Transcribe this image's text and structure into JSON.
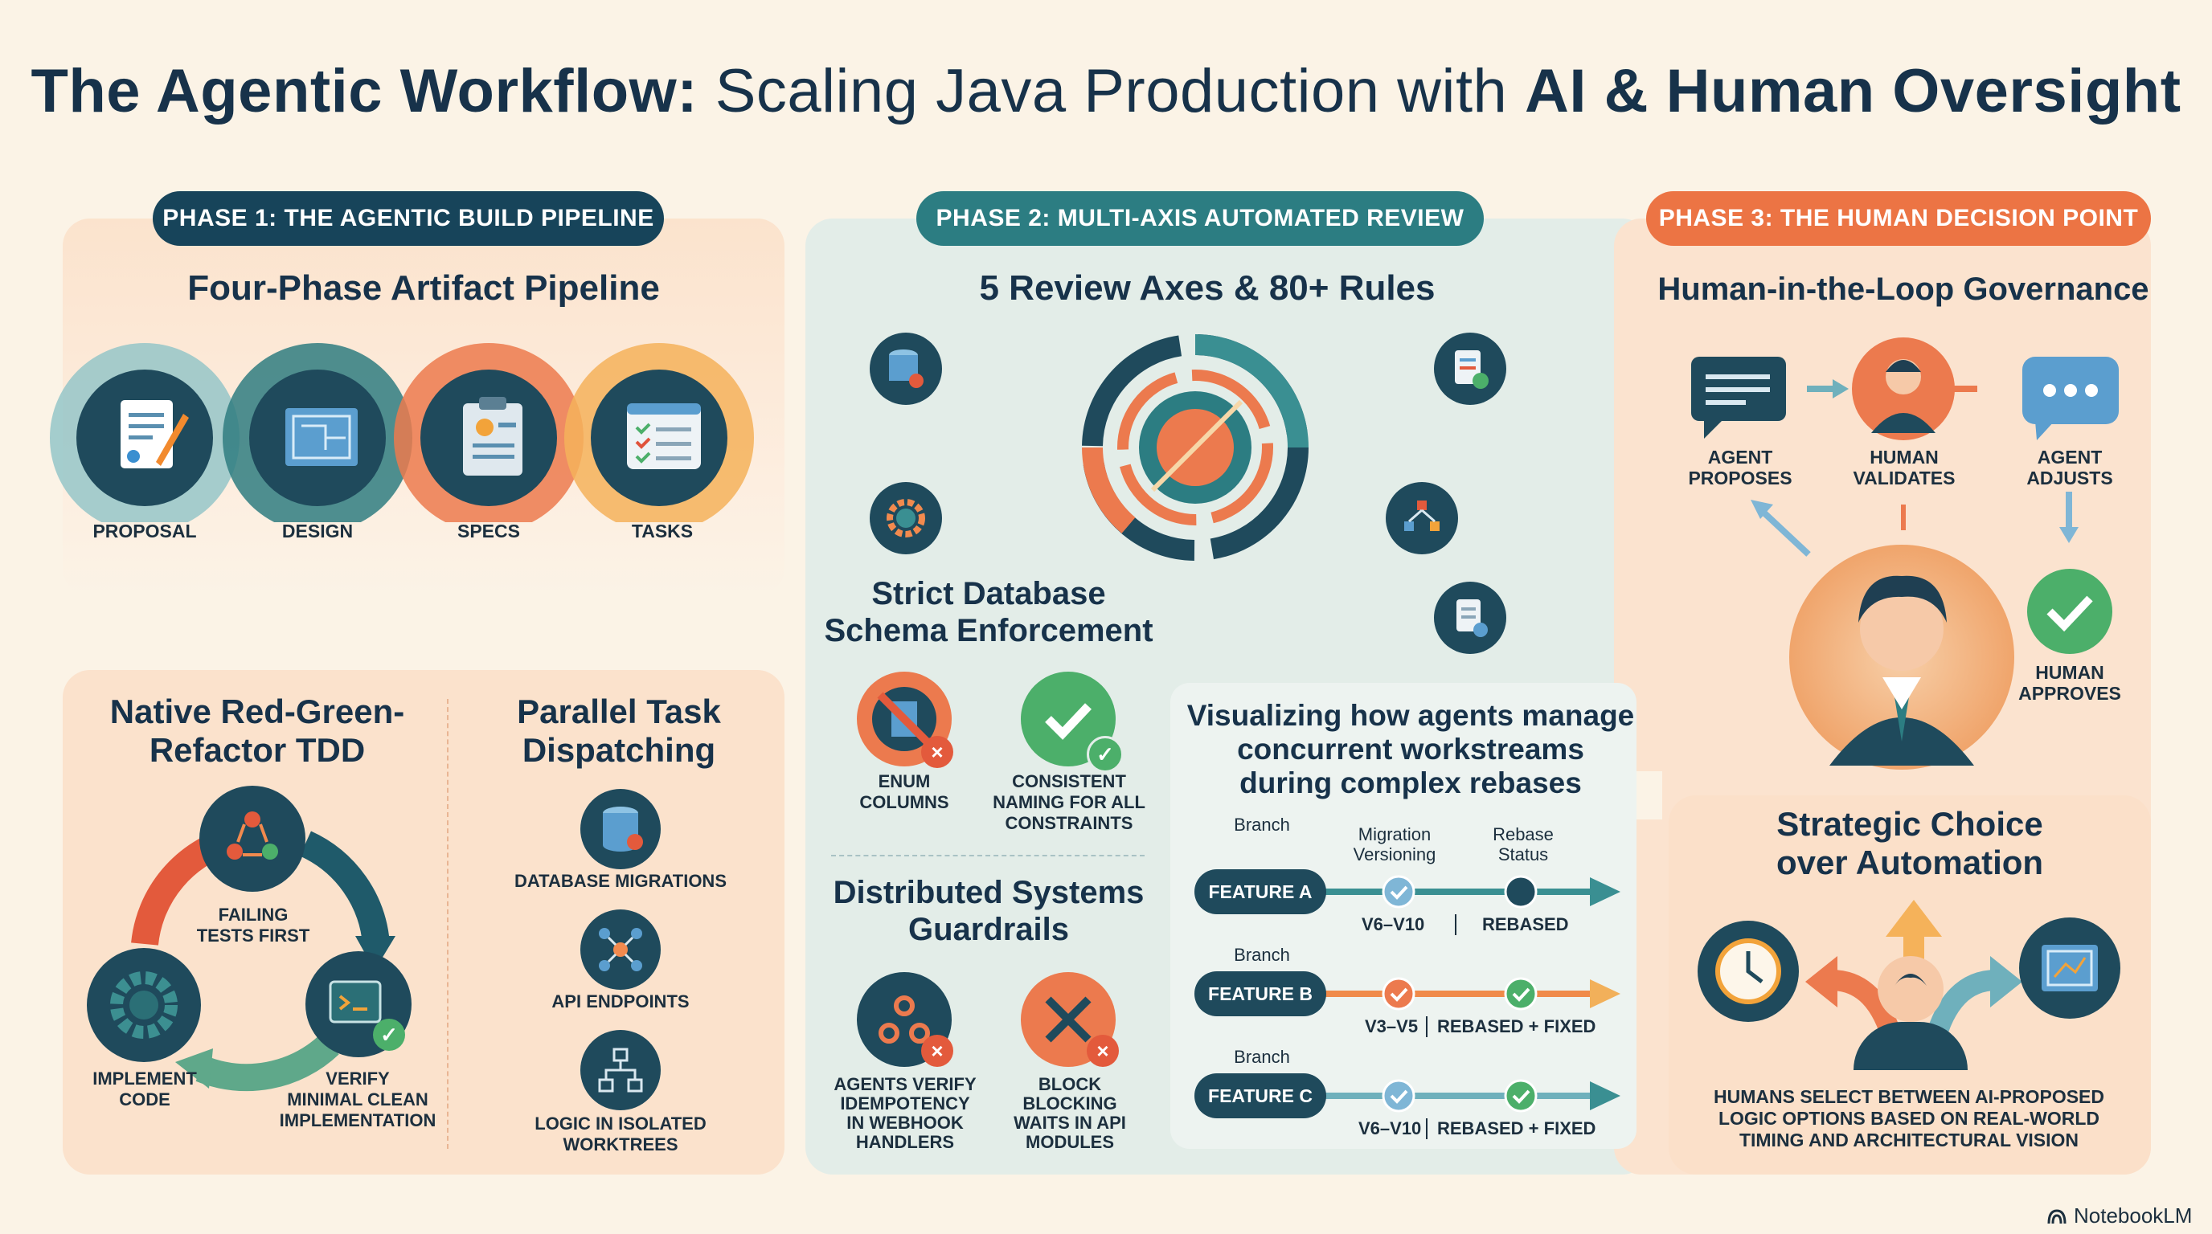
{
  "title": {
    "bold1": "The Agentic Workflow:",
    "light": " Scaling Java Production with ",
    "bold2": "AI & Human Oversight"
  },
  "phase1": {
    "pill": "PHASE 1: THE AGENTIC BUILD PIPELINE",
    "heading": "Four-Phase Artifact Pipeline",
    "steps": [
      "PROPOSAL",
      "DESIGN",
      "SPECS",
      "TASKS"
    ],
    "tdd": {
      "heading_l1": "Native Red-Green-",
      "heading_l2": "Refactor TDD",
      "failing_l1": "FAILING",
      "failing_l2": "TESTS FIRST",
      "implement_l1": "IMPLEMENT",
      "implement_l2": "CODE",
      "verify_l1": "VERIFY",
      "verify_l2": "MINIMAL CLEAN",
      "verify_l3": "IMPLEMENTATION"
    },
    "parallel": {
      "heading_l1": "Parallel Task",
      "heading_l2": "Dispatching",
      "items": [
        "DATABASE MIGRATIONS",
        "API ENDPOINTS"
      ],
      "item3_l1": "LOGIC IN ISOLATED",
      "item3_l2": "WORKTREES"
    }
  },
  "phase2": {
    "pill": "PHASE 2: MULTI-AXIS AUTOMATED REVIEW",
    "heading": "5 Review Axes & 80+ Rules",
    "schema_l1": "Strict Database",
    "schema_l2": "Schema Enforcement",
    "enum_l1": "ENUM",
    "enum_l2": "COLUMNS",
    "naming_l1": "CONSISTENT",
    "naming_l2": "NAMING FOR ALL",
    "naming_l3": "CONSTRAINTS",
    "dist_l1": "Distributed Systems",
    "dist_l2": "Guardrails",
    "webhook_l1": "AGENTS VERIFY",
    "webhook_l2": "IDEMPOTENCY",
    "webhook_l3": "IN WEBHOOK",
    "webhook_l4": "HANDLERS",
    "block_l1": "BLOCK",
    "block_l2": "BLOCKING",
    "block_l3": "WAITS IN API",
    "block_l4": "MODULES",
    "viz_l1": "Visualizing how agents manage",
    "viz_l2": "concurrent workstreams",
    "viz_l3": "during complex rebases",
    "col_branch": "Branch",
    "col_mig_l1": "Migration",
    "col_mig_l2": "Versioning",
    "col_reb_l1": "Rebase",
    "col_reb_l2": "Status",
    "branches": [
      {
        "name": "FEATURE A",
        "version": "V6–V10",
        "status": "REBASED"
      },
      {
        "name": "FEATURE B",
        "version": "V3–V5",
        "status": "REBASED + FIXED"
      },
      {
        "name": "FEATURE C",
        "version": "V6–V10",
        "status": "REBASED + FIXED"
      }
    ]
  },
  "phase3": {
    "pill": "PHASE 3: THE HUMAN DECISION POINT",
    "heading": "Human-in-the-Loop Governance",
    "proposes_l1": "AGENT",
    "proposes_l2": "PROPOSES",
    "validates_l1": "HUMAN",
    "validates_l2": "VALIDATES",
    "adjusts_l1": "AGENT",
    "adjusts_l2": "ADJUSTS",
    "approves_l1": "HUMAN",
    "approves_l2": "APPROVES",
    "strategic_l1": "Strategic Choice",
    "strategic_l2": "over Automation",
    "desc_l1": "HUMANS SELECT BETWEEN AI-PROPOSED",
    "desc_l2": "LOGIC OPTIONS BASED ON REAL-WORLD",
    "desc_l3": "TIMING AND ARCHITECTURAL VISION"
  },
  "footer": {
    "brand": "NotebookLM"
  },
  "colors": {
    "navy": "#17445a",
    "teal": "#2c7d82",
    "orange": "#ec7444",
    "green": "#4caf6a",
    "red": "#e0533b"
  }
}
